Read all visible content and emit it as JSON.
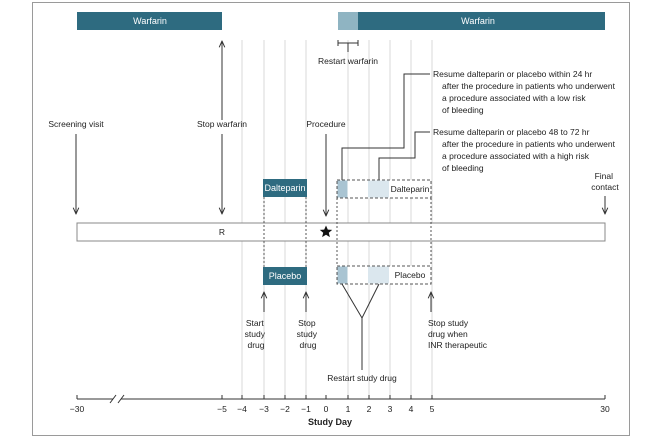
{
  "colors": {
    "warfarin": "#2e6b80",
    "warfarin_light": "#8fb4c2",
    "drug_dark": "#a9c4d2",
    "drug_light": "#dbe7ee"
  },
  "warfarin_left": "Warfarin",
  "warfarin_right": "Warfarin",
  "restart_warfarin": "Restart warfarin",
  "screening": "Screening visit",
  "stop_warfarin": "Stop warfarin",
  "procedure": "Procedure",
  "resume_low": [
    "Resume dalteparin or placebo within 24 hr",
    "after the procedure in patients who underwent",
    "a procedure associated with a low risk",
    "of bleeding"
  ],
  "resume_high": [
    "Resume dalteparin or placebo 48 to 72 hr",
    "after the procedure in patients who underwent",
    "a procedure associated with a high risk",
    "of bleeding"
  ],
  "final_contact": [
    "Final",
    "contact"
  ],
  "dalteparin_box": "Dalteparin",
  "dalteparin_right": "Dalteparin",
  "placebo_box": "Placebo",
  "placebo_right": "Placebo",
  "randomization": "R",
  "start_study_drug": [
    "Start",
    "study",
    "drug"
  ],
  "stop_study_drug": [
    "Stop",
    "study",
    "drug"
  ],
  "stop_when_inr": [
    "Stop study",
    "drug when",
    "INR therapeutic"
  ],
  "restart_study_drug": "Restart study drug",
  "ticks": [
    "−30",
    "−5",
    "−4",
    "−3",
    "−2",
    "−1",
    "0",
    "1",
    "2",
    "3",
    "4",
    "5",
    "30"
  ],
  "axis_title": "Study Day"
}
